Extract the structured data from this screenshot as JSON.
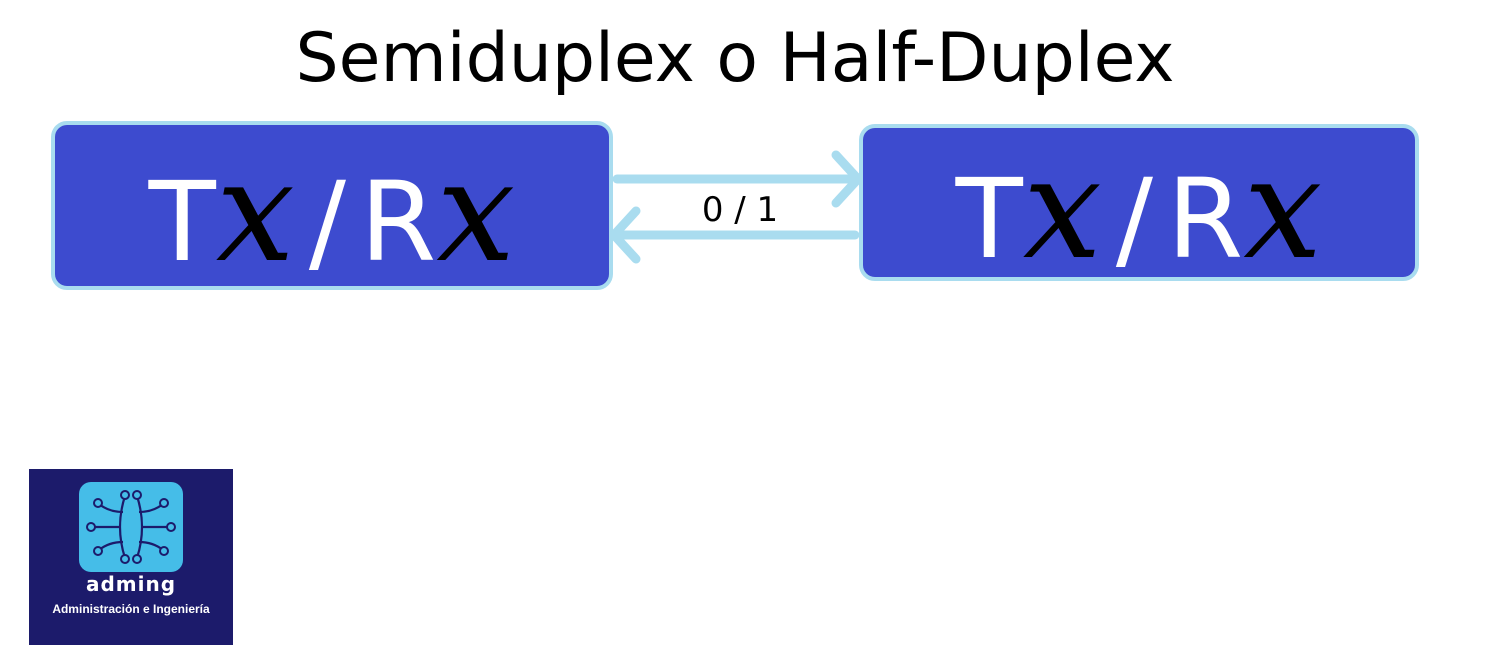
{
  "diagram": {
    "title": "Semiduplex o Half-Duplex",
    "nodes": [
      {
        "id": "left",
        "t": "T",
        "x": "x",
        "slash": "/",
        "r": "R",
        "x2": "x"
      },
      {
        "id": "right",
        "t": "T",
        "x": "x",
        "slash": "/",
        "r": "R",
        "x2": "x"
      }
    ],
    "link": {
      "label": "0 / 1",
      "directions": [
        "left-to-right",
        "right-to-left"
      ]
    }
  },
  "logo": {
    "brand": "adming",
    "tagline": "Administración e Ingeniería"
  },
  "colors": {
    "node_fill": "#3d4bcf",
    "node_border": "#a9dcef",
    "arrow": "#a9dcef",
    "logo_bg": "#1c1b6b",
    "logo_mark": "#45bde8"
  }
}
